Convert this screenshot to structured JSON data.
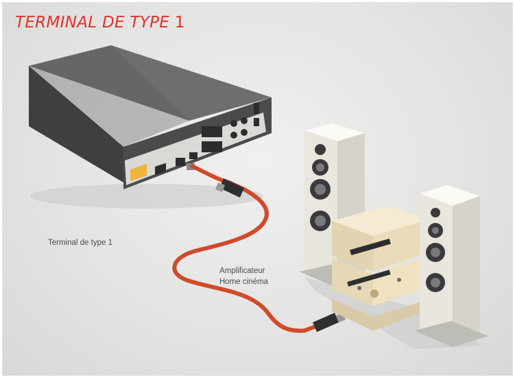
{
  "title": {
    "main": "TERMINAL DE TYPE",
    "number": "1"
  },
  "labels": {
    "terminal": "Terminal de type 1",
    "amp_line1": "Amplificateur",
    "amp_line2": "Home cinéma"
  },
  "colors": {
    "title": "#e0312a",
    "cable": "#d04a2c",
    "device": "#4b4b4d",
    "speaker": "#f1efe6",
    "amplifier": "#e9dcbc"
  },
  "icons": {
    "terminal": "set-top-box",
    "speakers": "tower-speaker",
    "amplifier": "home-cinema-amplifier",
    "cable": "optical-cable"
  }
}
